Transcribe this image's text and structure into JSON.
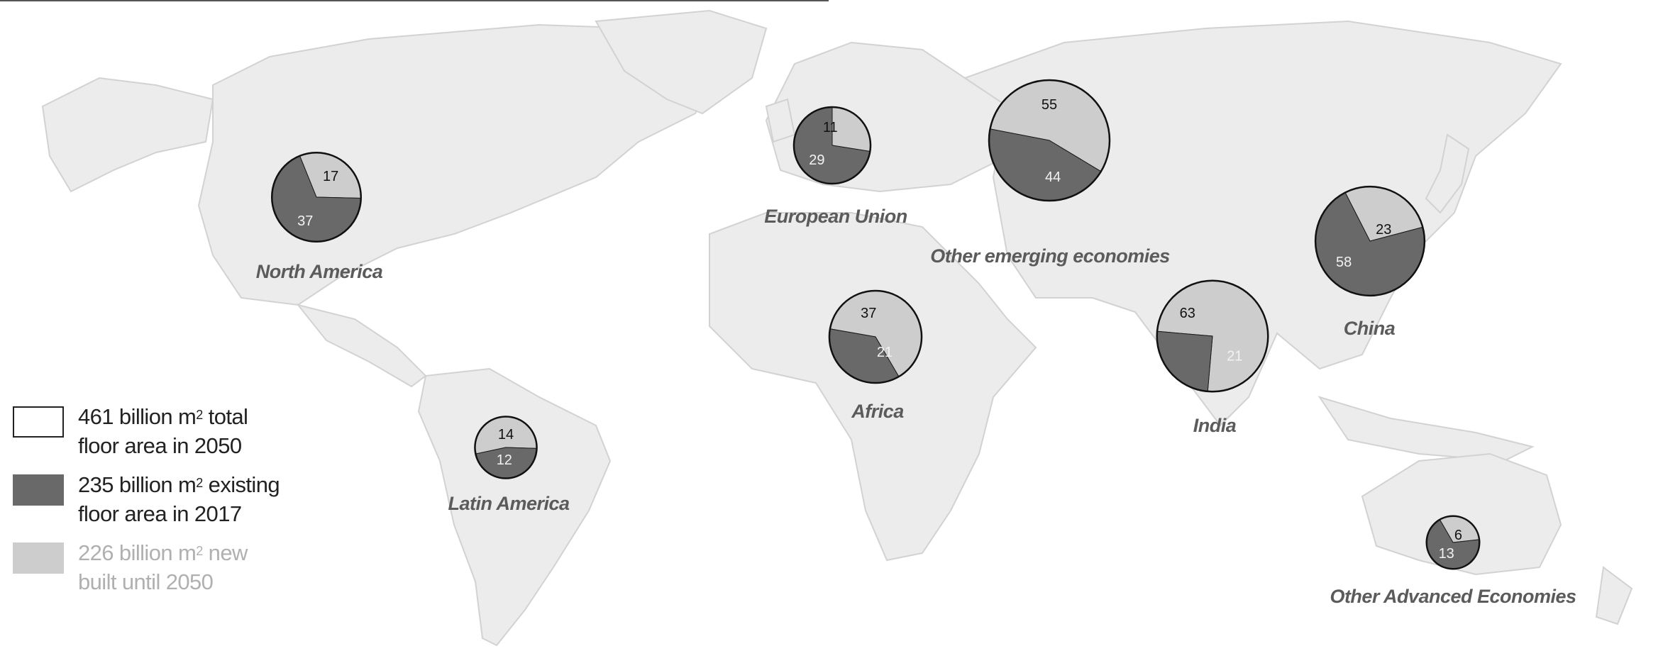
{
  "colors": {
    "existing": "#696969",
    "new": "#cdcdcd",
    "total": "#ffffff",
    "land": "#ececec",
    "border": "#d2d2d2",
    "label": "#5b5b5b",
    "legend_new_text": "#b0b0b0"
  },
  "legend": [
    {
      "key": "total",
      "line1_a": "461 billion m",
      "sup": "2",
      "line1_b": " total",
      "line2": "floor area in 2050"
    },
    {
      "key": "existing",
      "line1_a": "235 billion m",
      "sup": "2",
      "line1_b": " existing",
      "line2": "floor area in 2017"
    },
    {
      "key": "new",
      "line1_a": "226 billion m",
      "sup": "2",
      "line1_b": " new",
      "line2": "built until 2050"
    }
  ],
  "regions": [
    {
      "name": "North America",
      "existing": 37,
      "new": 17
    },
    {
      "name": "European Union",
      "existing": 29,
      "new": 11
    },
    {
      "name": "Other emerging economies",
      "existing": 44,
      "new": 55
    },
    {
      "name": "China",
      "existing": 58,
      "new": 23
    },
    {
      "name": "Africa",
      "existing": 21,
      "new": 37
    },
    {
      "name": "India",
      "existing": 21,
      "new": 63
    },
    {
      "name": "Latin America",
      "existing": 12,
      "new": 14
    },
    {
      "name": "Other Advanced Economies",
      "existing": 13,
      "new": 6
    }
  ]
}
